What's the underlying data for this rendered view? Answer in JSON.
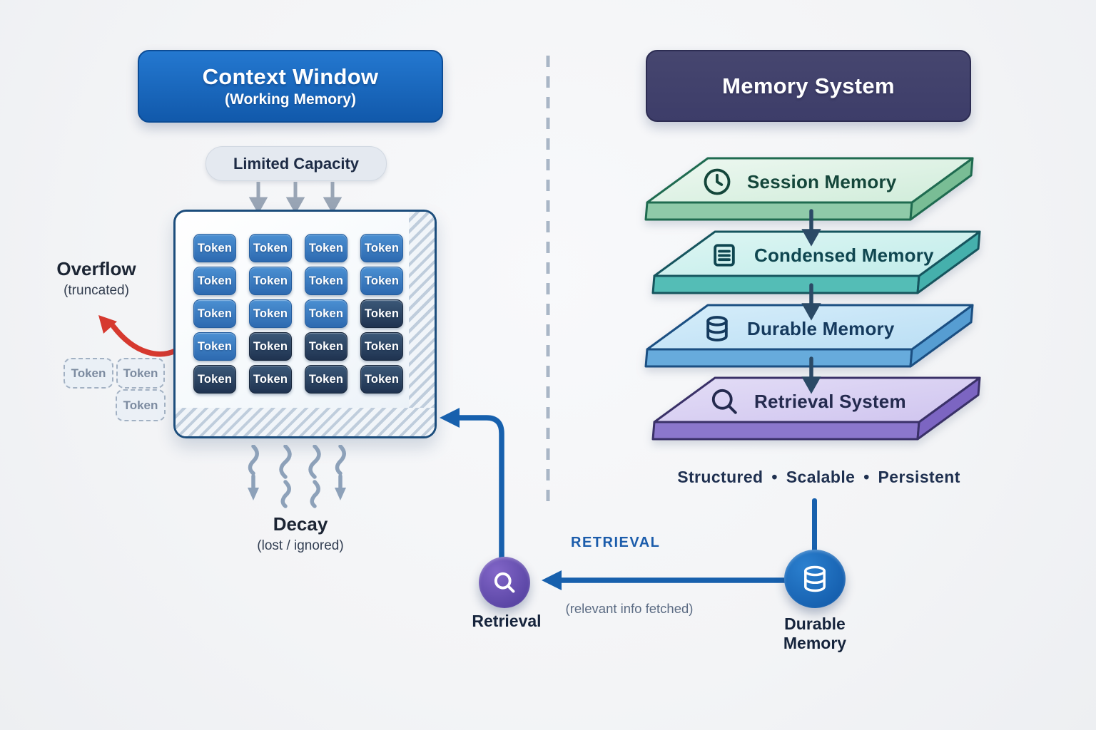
{
  "colors": {
    "flow_blue": "#1760ad",
    "red_arrow": "#d6392f",
    "token_medium_top": "#4b90d2",
    "token_medium_bottom": "#2d6ab0",
    "token_dark_top": "#3b5878",
    "token_dark_bottom": "#1f3350",
    "context_header_top": "#2478d0",
    "context_header_bottom": "#1159ab",
    "memory_header": "#3d3d69",
    "divider": "#a9b6c6",
    "purple_node_top": "#8266c8",
    "purple_node_bottom": "#4c3a98",
    "blue_node_top": "#2b80cf",
    "blue_node_bottom": "#0f55a4"
  },
  "left": {
    "header": {
      "title": "Context Window",
      "subtitle": "(Working Memory)"
    },
    "limited_capacity_label": "Limited Capacity",
    "overflow": {
      "title": "Overflow",
      "subtitle": "(truncated)"
    },
    "grid": {
      "token_label": "Token",
      "shades": [
        [
          "m",
          "m",
          "m",
          "m"
        ],
        [
          "m",
          "m",
          "m",
          "m"
        ],
        [
          "m",
          "m",
          "m",
          "d"
        ],
        [
          "m",
          "d",
          "d",
          "d"
        ],
        [
          "d",
          "d",
          "d",
          "d"
        ]
      ]
    },
    "overflow_tokens": [
      "Token",
      "Token",
      "Token"
    ],
    "decay": {
      "title": "Decay",
      "subtitle": "(lost / ignored)"
    }
  },
  "right": {
    "header": {
      "title": "Memory System"
    },
    "layers": [
      {
        "label": "Session Memory",
        "icon": "clock-icon",
        "face_top": "#eef8f1",
        "face_bottom": "#cfecd9",
        "side": "#8fcaa9",
        "edge": "#79bd95",
        "border": "#1f6b50",
        "text": "#14463a"
      },
      {
        "label": "Condensed Memory",
        "icon": "document-icon",
        "face_top": "#def6f3",
        "face_bottom": "#c0ecea",
        "side": "#54bdb6",
        "edge": "#45b0ac",
        "border": "#16555e",
        "text": "#0f4650"
      },
      {
        "label": "Durable Memory",
        "icon": "database-icon",
        "face_top": "#d6edfa",
        "face_bottom": "#b9def4",
        "side": "#67abdc",
        "edge": "#569dd2",
        "border": "#1b4f82",
        "text": "#153a5e"
      },
      {
        "label": "Retrieval System",
        "icon": "search-icon",
        "face_top": "#e3ddf6",
        "face_bottom": "#cfc4ef",
        "side": "#8b77cc",
        "edge": "#7c65c2",
        "border": "#3a3168",
        "text": "#242a4e"
      }
    ],
    "tagline": {
      "items": [
        "Structured",
        "Scalable",
        "Persistent"
      ],
      "separator": "•"
    }
  },
  "flow": {
    "retrieval_flow_label": "RETRIEVAL",
    "retrieval_node_label": "Retrieval",
    "fetched_note": "(relevant info fetched)",
    "durable_node_label": "Durable Memory"
  }
}
